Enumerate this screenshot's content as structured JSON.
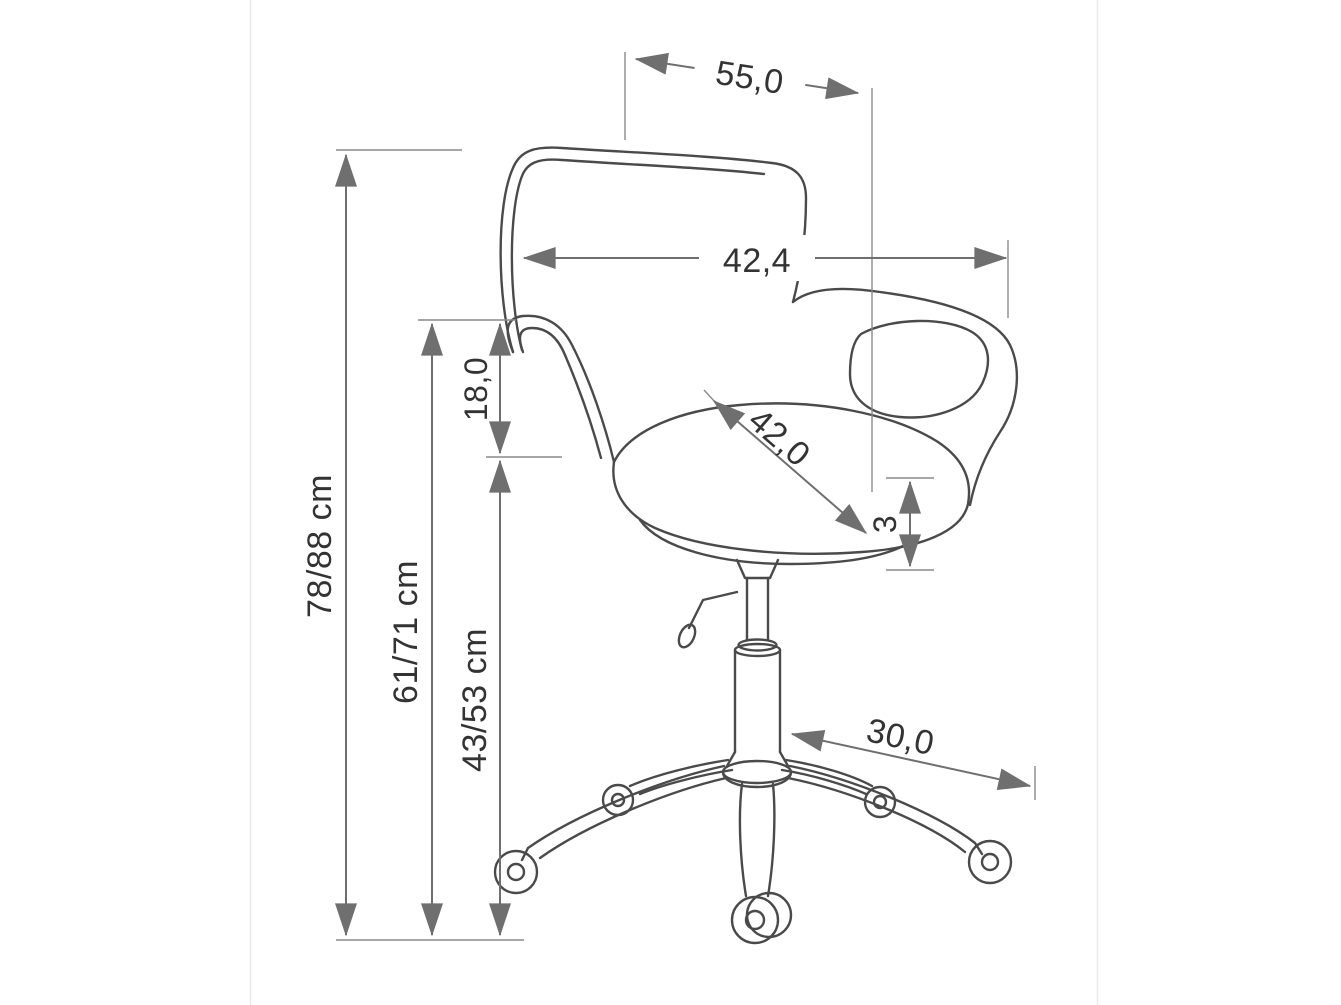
{
  "page": {
    "background_color": "#ffffff",
    "border_color": "#e9e9e9"
  },
  "drawing": {
    "subject": "Office chair technical dimension drawing",
    "line_color": "#4a4a4a",
    "dimension_color": "#6f6f6f",
    "label_color": "#333333",
    "labels": {
      "top_width": "55,0",
      "backrest_width": "42,4",
      "armrest_above_seat": "18,0",
      "seat_depth": "42,0",
      "seat_edge": "3",
      "overall_height": "78/88 cm",
      "armrest_height": "61/71 cm",
      "seat_height": "43/53 cm",
      "base_radius": "30,0"
    }
  }
}
